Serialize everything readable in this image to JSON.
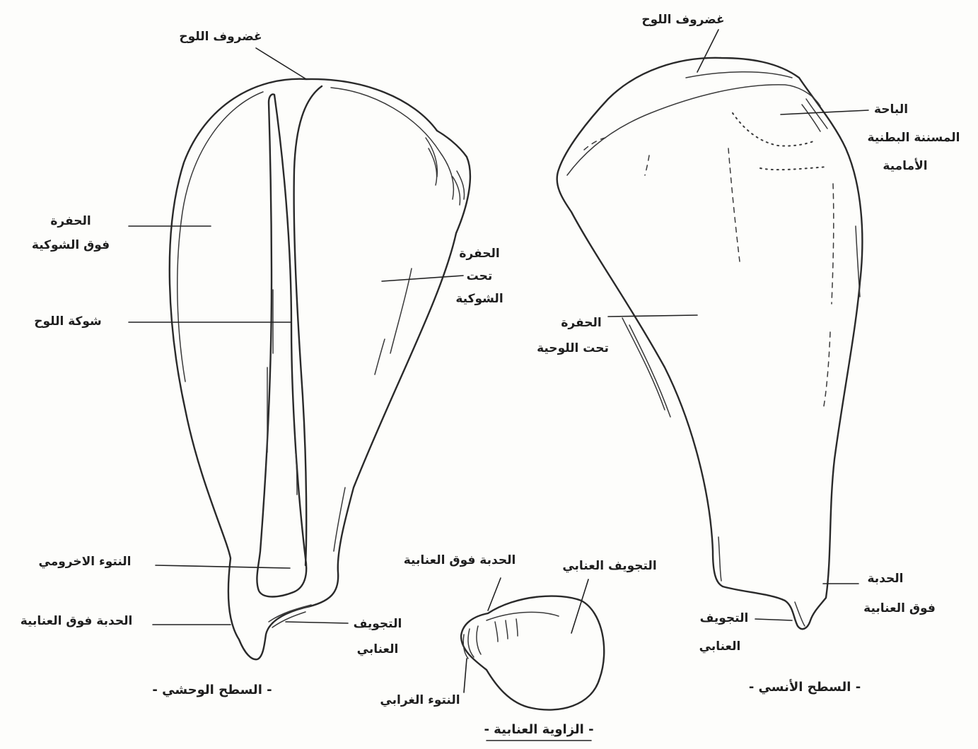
{
  "captions": {
    "lateral": "- السطح الوحشي -",
    "medial": "- السطح الأنسي -",
    "glenoid": "- الزاوية العنابية -"
  },
  "labels": {
    "cartilage_left": "غضروف اللوح",
    "cartilage_right": "غضروف اللوح",
    "supraspinous_fossa": [
      "الحفرة",
      "فوق الشوكية"
    ],
    "spine": "شوكة اللوح",
    "infraspinous_fossa": [
      "الحفرة",
      "تحت",
      "الشوكية"
    ],
    "acromion": "النتوء الاخرومي",
    "supraglenoid_tubercle_left": "الحدبة فوق العنابية",
    "glenoid_cavity_left": [
      "التجويف",
      "العنابي"
    ],
    "serrated_area": [
      "الباحة",
      "المسننة البطنية",
      "الأمامية"
    ],
    "subscapular_fossa": [
      "الحفرة",
      "تحت اللوحية"
    ],
    "supraglenoid_tubercle_right": [
      "الحدبة",
      "فوق العنابية"
    ],
    "glenoid_cavity_right": [
      "التجويف",
      "العنابي"
    ],
    "glenoid_cavity_center": "التجويف العنابي",
    "supraglenoid_tubercle_center": "الحدبة فوق العنابية",
    "coracoid": "النتوء الغرابي"
  }
}
